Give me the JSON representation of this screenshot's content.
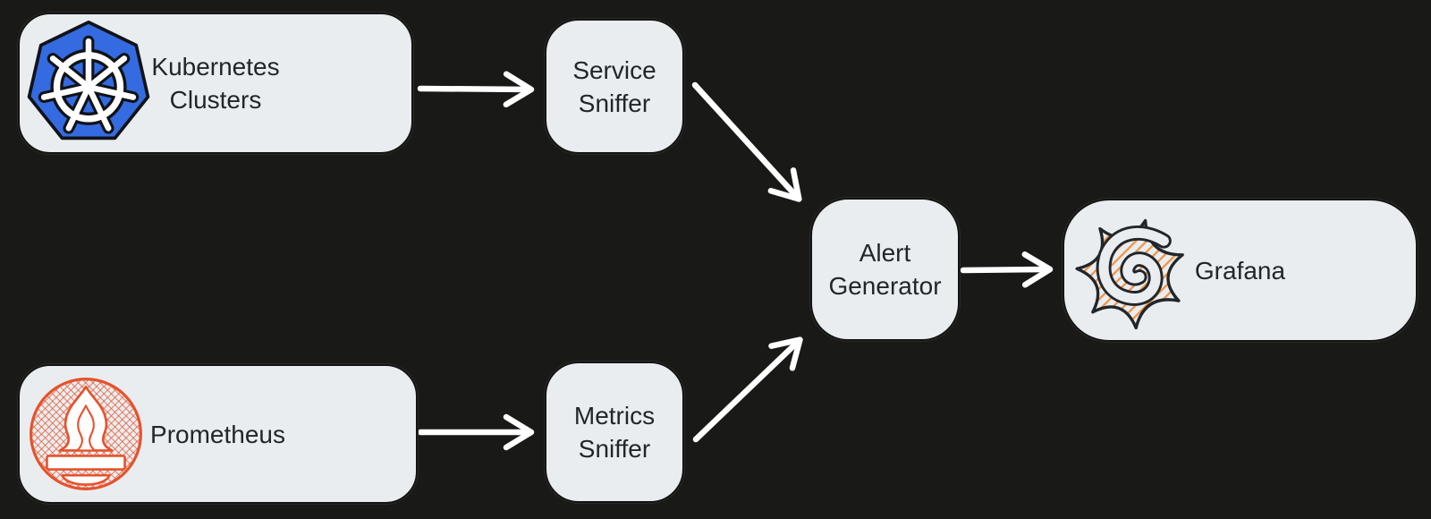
{
  "diagram": {
    "background_color": "#191917",
    "node_fill_color": "#e9edf0",
    "text_color": "#22262b",
    "arrow_color": "#ffffff",
    "nodes": {
      "kubernetes": {
        "lines": [
          "Kubernetes",
          "Clusters"
        ],
        "icon": "kubernetes-icon"
      },
      "service_sniffer": {
        "lines": [
          "Service",
          "Sniffer"
        ]
      },
      "alert_generator": {
        "lines": [
          "Alert",
          "Generator"
        ]
      },
      "grafana": {
        "lines": [
          "Grafana"
        ],
        "icon": "grafana-icon"
      },
      "prometheus": {
        "lines": [
          "Prometheus"
        ],
        "icon": "prometheus-icon"
      },
      "metrics_sniffer": {
        "lines": [
          "Metrics",
          "Sniffer"
        ]
      }
    },
    "edges": [
      {
        "from": "Kubernetes Clusters",
        "to": "Service Sniffer"
      },
      {
        "from": "Prometheus",
        "to": "Metrics Sniffer"
      },
      {
        "from": "Service Sniffer",
        "to": "Alert Generator"
      },
      {
        "from": "Metrics Sniffer",
        "to": "Alert Generator"
      },
      {
        "from": "Alert Generator",
        "to": "Grafana"
      }
    ],
    "brand_colors": {
      "kubernetes_blue": "#356be0",
      "prometheus_orange": "#e6522c",
      "grafana_orange": "#f0913e"
    }
  }
}
